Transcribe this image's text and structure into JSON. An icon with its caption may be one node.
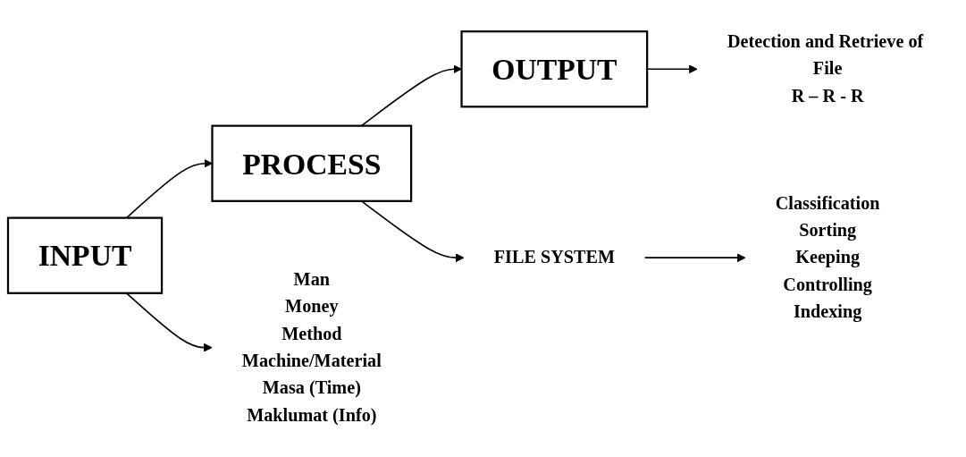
{
  "diagram": {
    "nodes": [
      {
        "text": [
          "INPUT"
        ]
      },
      {
        "text": [
          "PROCESS"
        ]
      },
      {
        "text": [
          "OUTPUT"
        ]
      },
      {
        "text": [
          "Man",
          "Money",
          "Method",
          "Machine/Material",
          "Masa (Time)",
          "Maklumat (Info)"
        ]
      },
      {
        "text": [
          "FILE SYSTEM"
        ]
      },
      {
        "text": [
          "Classification",
          "Sorting",
          "Keeping",
          "Controlling",
          "Indexing"
        ]
      },
      {
        "text": [
          "Detection and Retrieve of File",
          "R – R - R"
        ]
      }
    ],
    "edges": [
      {
        "from": 0,
        "to": 1,
        "arrow": "to"
      },
      {
        "from": 1,
        "to": 2,
        "arrow": "to"
      },
      {
        "from": 0,
        "to": 3,
        "arrow": "to"
      },
      {
        "from": 1,
        "to": 4,
        "arrow": "to"
      },
      {
        "from": 4,
        "to": 5,
        "arrow": "to"
      },
      {
        "from": 2,
        "to": 6,
        "arrow": "to"
      }
    ]
  }
}
